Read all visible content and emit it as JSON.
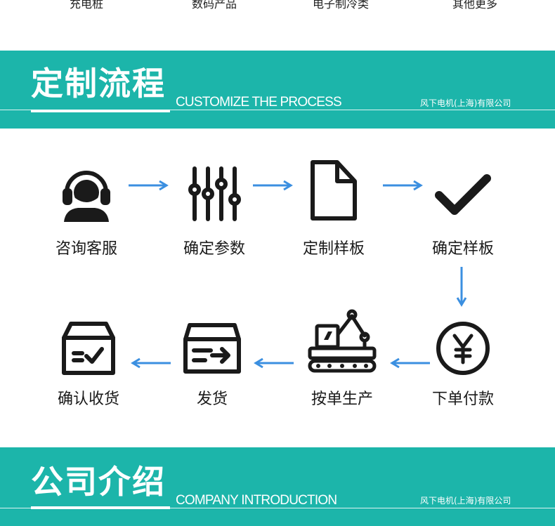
{
  "top_strip": {
    "items": [
      "充电桩",
      "数码产品",
      "电子制冷类",
      "其他更多"
    ]
  },
  "process_banner": {
    "title_cn": "定制流程",
    "title_en": "CUSTOMIZE THE PROCESS",
    "company": "风下电机(上海)有限公司"
  },
  "steps": [
    {
      "label": "咨询客服",
      "icon": "customer-service-icon"
    },
    {
      "label": "确定参数",
      "icon": "sliders-icon"
    },
    {
      "label": "定制样板",
      "icon": "document-icon"
    },
    {
      "label": "确定样板",
      "icon": "checkmark-icon"
    },
    {
      "label": "下单付款",
      "icon": "yen-coin-icon"
    },
    {
      "label": "按单生产",
      "icon": "robot-arm-icon"
    },
    {
      "label": "发货",
      "icon": "delivery-box-icon"
    },
    {
      "label": "确认收货",
      "icon": "received-box-icon"
    }
  ],
  "company_banner": {
    "title_cn": "公司介绍",
    "title_en": "COMPANY INTRODUCTION",
    "company": "风下电机(上海)有限公司"
  },
  "colors": {
    "teal": "#1cb5aa",
    "arrow_blue": "#3b8fe0",
    "icon_black": "#1a1a1a"
  }
}
